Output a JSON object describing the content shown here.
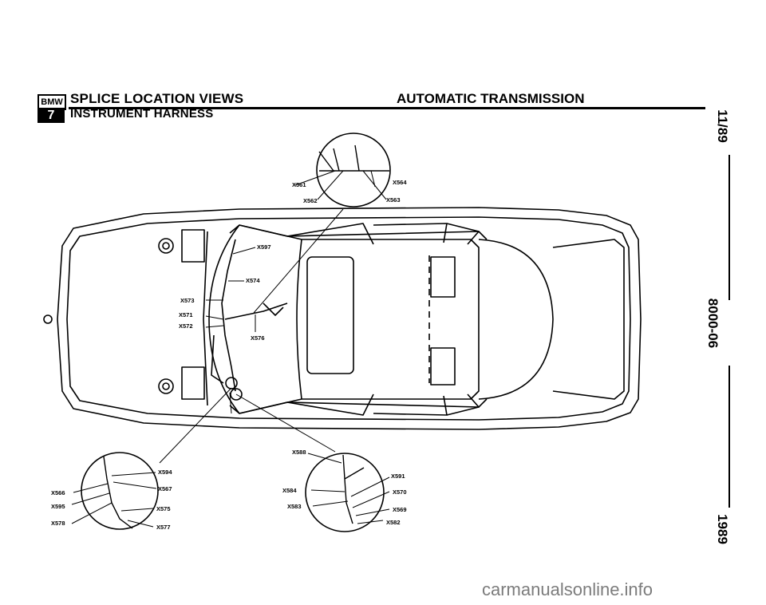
{
  "header": {
    "brand_badge": "BMW",
    "model_badge": "7",
    "title": "SPLICE LOCATION VIEWS",
    "subtitle": "INSTRUMENT HARNESS",
    "section": "AUTOMATIC TRANSMISSION"
  },
  "side_margin": {
    "date": "11/89",
    "code": "8000-06",
    "year": "1989"
  },
  "splices": {
    "top_detail": [
      "X561",
      "X562",
      "X563",
      "X564"
    ],
    "dash": [
      "X597",
      "X574",
      "X573",
      "X571",
      "X572",
      "X576"
    ],
    "left_detail": [
      "X594",
      "X566",
      "X567",
      "X595",
      "X575",
      "X578",
      "X577"
    ],
    "right_detail": [
      "X588",
      "X591",
      "X584",
      "X570",
      "X583",
      "X569",
      "X582"
    ]
  },
  "watermark": "carmanualsonline.info"
}
